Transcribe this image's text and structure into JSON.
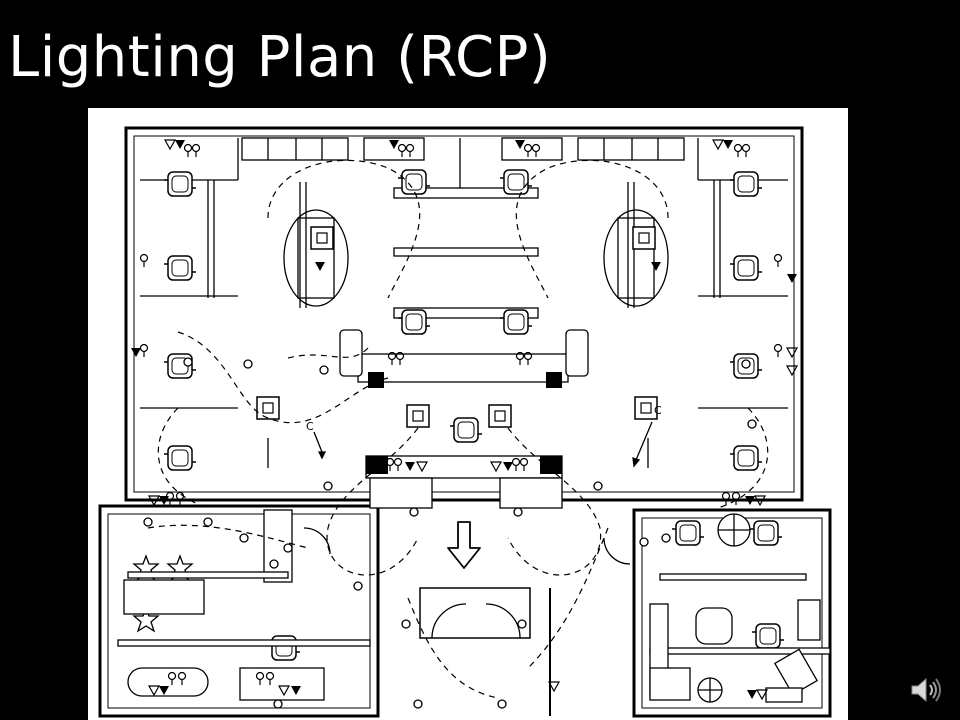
{
  "slide": {
    "title": "Lighting Plan (RCP)"
  },
  "plan": {
    "switch_labels": [
      "C",
      "C"
    ],
    "fixture_types": [
      "square-downlight",
      "round-downlight",
      "linear-fluorescent",
      "wall-sconce"
    ]
  },
  "icons": {
    "speaker": "speaker-icon",
    "direction_arrow": "arrow-down-icon"
  },
  "colors": {
    "background": "#000000",
    "title_text": "#ffffff",
    "plan_paper": "#ffffff",
    "linework": "#000000"
  }
}
